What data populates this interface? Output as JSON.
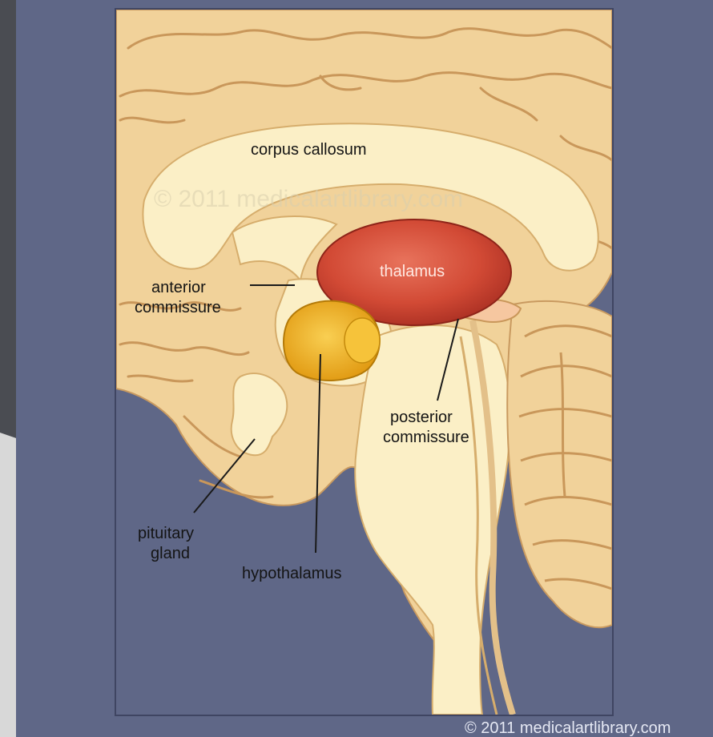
{
  "labels": {
    "corpus_callosum": "corpus callosum",
    "thalamus": "thalamus",
    "anterior_commissure_1": "anterior",
    "anterior_commissure_2": "commissure",
    "posterior_commissure_1": "posterior",
    "posterior_commissure_2": "commissure",
    "pituitary_gland_1": "pituitary",
    "pituitary_gland_2": "gland",
    "hypothalamus": "hypothalamus"
  },
  "watermark": "© 2011 medicalartlibrary.com",
  "copyright": "© 2011 medicalartlibrary.com",
  "colors": {
    "background": "#5f6787",
    "brain_tissue": "#f3d9a0",
    "brain_light": "#fbf0c8",
    "thalamus": "#d8503a",
    "hypothalamus": "#f2b01e"
  }
}
